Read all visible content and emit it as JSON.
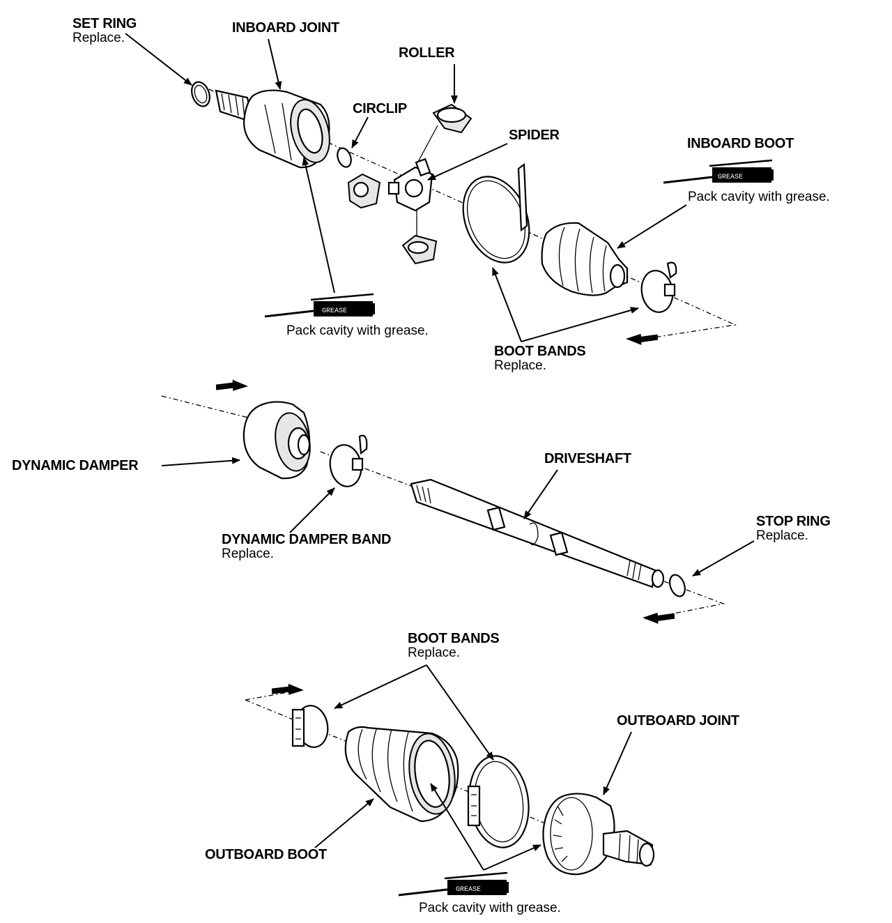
{
  "labels": {
    "set_ring": {
      "title": "SET RING",
      "sub": "Replace."
    },
    "inboard_joint": {
      "title": "INBOARD JOINT"
    },
    "roller": {
      "title": "ROLLER"
    },
    "circlip": {
      "title": "CIRCLIP"
    },
    "spider": {
      "title": "SPIDER"
    },
    "inboard_boot": {
      "title": "INBOARD BOOT"
    },
    "boot_bands_top": {
      "title": "BOOT BANDS",
      "sub": "Replace."
    },
    "dynamic_damper": {
      "title": "DYNAMIC DAMPER"
    },
    "driveshaft": {
      "title": "DRIVESHAFT"
    },
    "dynamic_damper_band": {
      "title": "DYNAMIC DAMPER BAND",
      "sub": "Replace."
    },
    "stop_ring": {
      "title": "STOP RING",
      "sub": "Replace."
    },
    "boot_bands_bottom": {
      "title": "BOOT BANDS",
      "sub": "Replace."
    },
    "outboard_joint": {
      "title": "OUTBOARD JOINT"
    },
    "outboard_boot": {
      "title": "OUTBOARD BOOT"
    }
  },
  "grease": {
    "tube_label": "GREASE",
    "note_inboard_joint": "Pack cavity with grease.",
    "note_inboard_boot": "Pack cavity with grease.",
    "note_outboard": "Pack cavity with grease."
  },
  "icons": [
    "grease-tube-icon",
    "direction-arrow-icon"
  ],
  "colors": {
    "ink": "#000000",
    "paper": "#ffffff"
  }
}
